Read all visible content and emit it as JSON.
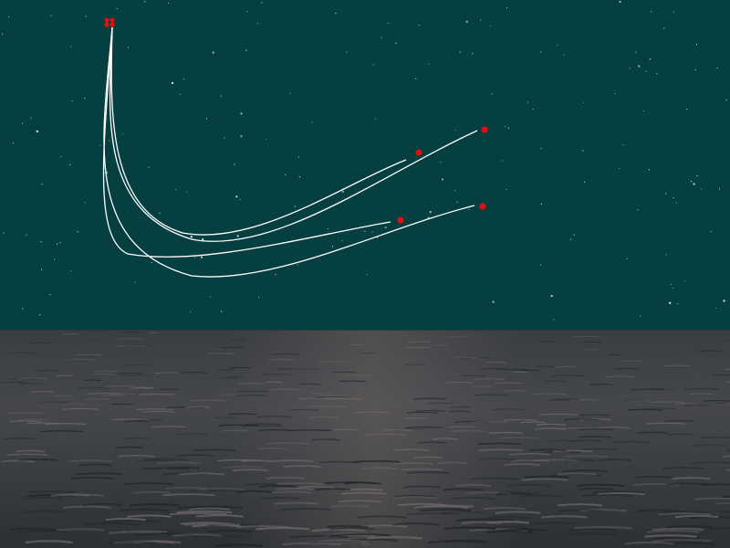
{
  "scene": {
    "description_type": "night-sky-over-sea-with-trajectories",
    "colors": {
      "sky": "#063f40",
      "sea_dark": "#2a2f33",
      "sea_mid": "#4a4c52",
      "sea_highlight": "#7a6e6a",
      "trajectory": "#ffffff",
      "endpoint": "#e01010",
      "stars": "#ffffff"
    },
    "trajectory_count": 4,
    "origin_marker_count": 4,
    "endpoint_marker_count": 4
  }
}
